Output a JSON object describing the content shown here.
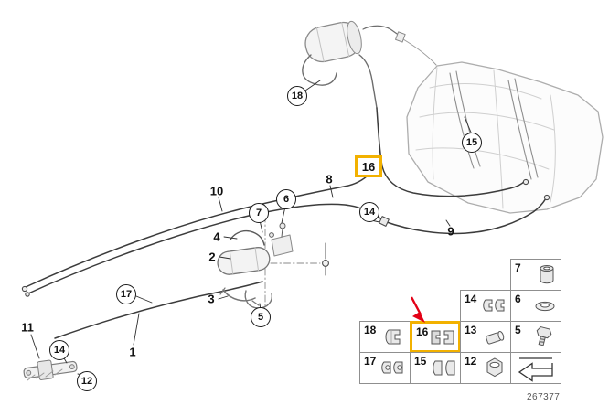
{
  "colors": {
    "highlight": "#F2B100",
    "arrow": "#E30016",
    "line": "#3c3c3c"
  },
  "doc": {
    "number": "267377"
  },
  "callouts": [
    {
      "label": "18",
      "type": "circled"
    },
    {
      "label": "15",
      "type": "circled"
    },
    {
      "label": "16",
      "type": "highlighted-box"
    },
    {
      "label": "10",
      "type": "plain"
    },
    {
      "label": "8",
      "type": "plain"
    },
    {
      "label": "6",
      "type": "circled"
    },
    {
      "label": "7",
      "type": "circled"
    },
    {
      "label": "14",
      "type": "circled"
    },
    {
      "label": "9",
      "type": "plain"
    },
    {
      "label": "4",
      "type": "plain"
    },
    {
      "label": "2",
      "type": "plain"
    },
    {
      "label": "17",
      "type": "circled"
    },
    {
      "label": "3",
      "type": "plain"
    },
    {
      "label": "5",
      "type": "circled"
    },
    {
      "label": "11",
      "type": "plain"
    },
    {
      "label": "14",
      "type": "circled"
    },
    {
      "label": "1",
      "type": "plain"
    },
    {
      "label": "12",
      "type": "circled"
    }
  ],
  "legend": {
    "cells": [
      {
        "label": "7",
        "icon": "bushing-icon"
      },
      {
        "label": "14",
        "icon": "clamp-icon"
      },
      {
        "label": "6",
        "icon": "washer-icon"
      },
      {
        "label": "18",
        "icon": "clip-icon"
      },
      {
        "label": "16",
        "icon": "retainer-clips-icon",
        "highlighted": true
      },
      {
        "label": "13",
        "icon": "sleeve-icon"
      },
      {
        "label": "5",
        "icon": "bolt-icon"
      },
      {
        "label": "17",
        "icon": "clamp-pair-icon"
      },
      {
        "label": "15",
        "icon": "clip-pair-icon"
      },
      {
        "label": "12",
        "icon": "nut-icon"
      },
      {
        "label": "",
        "icon": "direction-arrow-icon"
      }
    ]
  }
}
